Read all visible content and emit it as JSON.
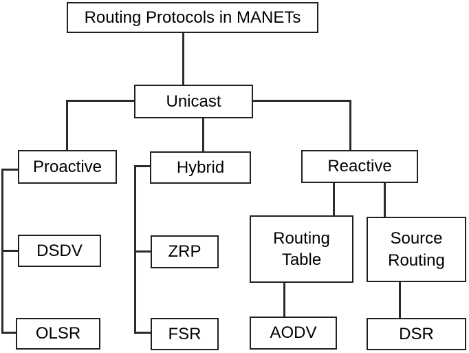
{
  "diagram": {
    "title": "Routing Protocols in MANETs",
    "nodes": {
      "root": "Routing Protocols in MANETs",
      "unicast": "Unicast",
      "proactive": "Proactive",
      "hybrid": "Hybrid",
      "reactive": "Reactive",
      "dsdv": "DSDV",
      "olsr": "OLSR",
      "zrp": "ZRP",
      "fsr": "FSR",
      "routing_table": "Routing Table",
      "source_routing": "Source Routing",
      "aodv": "AODV",
      "dsr": "DSR"
    },
    "edges": [
      {
        "from": "Routing Protocols in MANETs",
        "to": "Unicast"
      },
      {
        "from": "Unicast",
        "to": "Proactive"
      },
      {
        "from": "Unicast",
        "to": "Hybrid"
      },
      {
        "from": "Unicast",
        "to": "Reactive"
      },
      {
        "from": "Proactive",
        "to": "DSDV"
      },
      {
        "from": "Proactive",
        "to": "OLSR"
      },
      {
        "from": "Hybrid",
        "to": "ZRP"
      },
      {
        "from": "Hybrid",
        "to": "FSR"
      },
      {
        "from": "Reactive",
        "to": "Routing Table"
      },
      {
        "from": "Reactive",
        "to": "Source Routing"
      },
      {
        "from": "Routing Table",
        "to": "AODV"
      },
      {
        "from": "Source Routing",
        "to": "DSR"
      }
    ],
    "colors": {
      "background": "#ffffff",
      "box_fill": "#ffffff",
      "box_border": "#1f1f1f",
      "line": "#2b2b2b",
      "text": "#000000"
    }
  }
}
